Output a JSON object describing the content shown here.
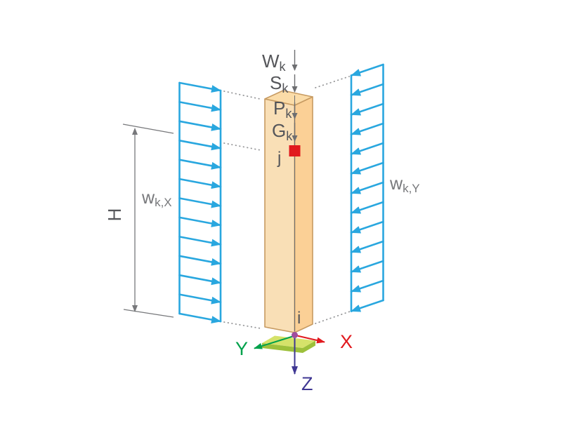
{
  "loads": {
    "wk": {
      "base": "W",
      "sub": "k"
    },
    "sk": {
      "base": "S",
      "sub": "k"
    },
    "pk": {
      "base": "P",
      "sub": "k"
    },
    "gk": {
      "base": "G",
      "sub": "k"
    }
  },
  "wind_loads": {
    "x": {
      "base": "w",
      "sub": "k,X",
      "arrow_count": 13
    },
    "y": {
      "base": "w",
      "sub": "k,Y",
      "arrow_count": 13
    }
  },
  "dimensions": {
    "height_label": "H"
  },
  "nodes": {
    "top": "j",
    "bottom": "i"
  },
  "axes": {
    "x": "X",
    "y": "Y",
    "z": "Z"
  },
  "colors": {
    "wind_blue": "#29A7DF",
    "load_gray": "#6D6E71",
    "dim_gray": "#77787B",
    "label_gray": "#55565A",
    "dotted_gray": "#97989A",
    "column_left": "#F9DFB6",
    "column_right": "#FBD096",
    "column_top": "#FBDCA8",
    "column_outline": "#C79B62",
    "node_red": "#E1191E",
    "axis_x_red": "#E1191E",
    "axis_y_green": "#00A14B",
    "axis_z_blue": "#3F3793",
    "origin_dot": "#A04E9E",
    "plate_top": "#D5E26A",
    "plate_side": "#9DC03B"
  }
}
